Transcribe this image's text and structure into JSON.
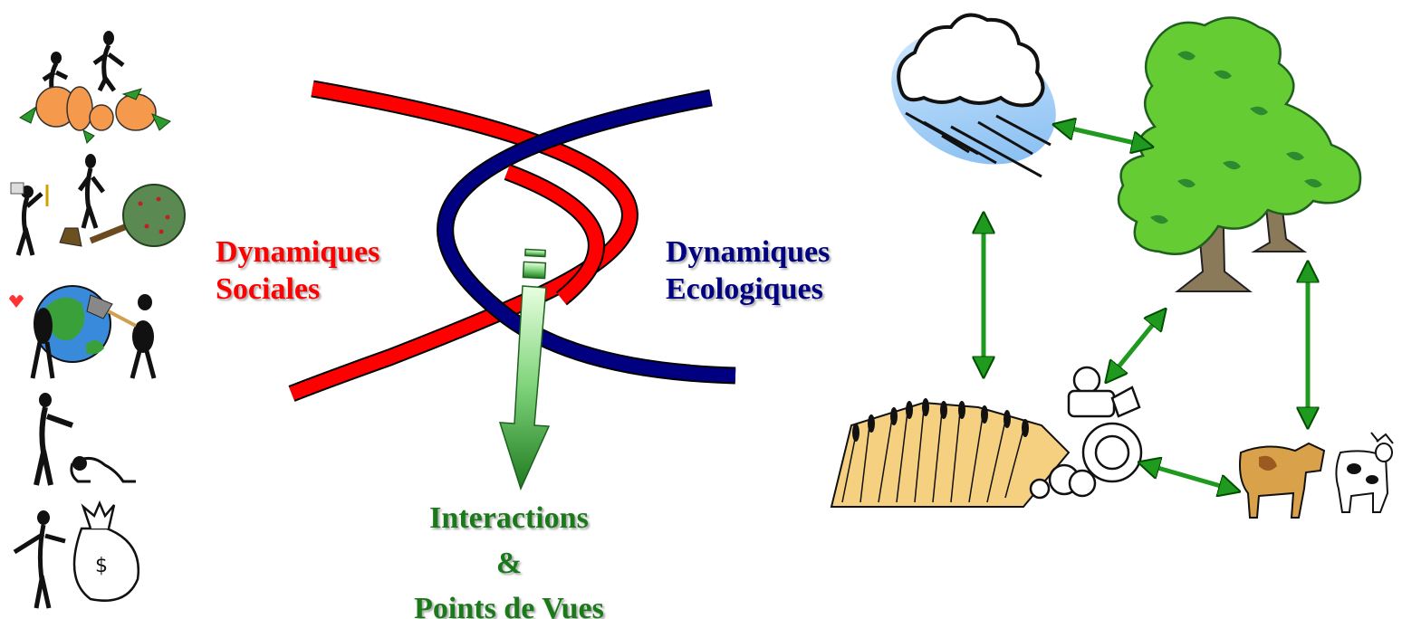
{
  "labels": {
    "social": [
      "Dynamiques",
      "Sociales"
    ],
    "ecological": [
      "Dynamiques",
      "Ecologiques"
    ],
    "interactions": [
      "Interactions",
      "&",
      "Points de Vues"
    ]
  },
  "colors": {
    "social": "#ff0000",
    "ecological": "#000080",
    "interactions": "#1a7a1a",
    "arrows": "#1f9a1f"
  },
  "icons": {
    "left_column": [
      "people-pumpkin-icon",
      "woodcutter-tree-icon",
      "earth-vacuum-icon",
      "people-bowing-icon",
      "money-bag-icon"
    ],
    "right_cluster": [
      "rain-cloud-icon",
      "trees-icon",
      "wheat-tractor-icon",
      "cows-icon"
    ]
  }
}
